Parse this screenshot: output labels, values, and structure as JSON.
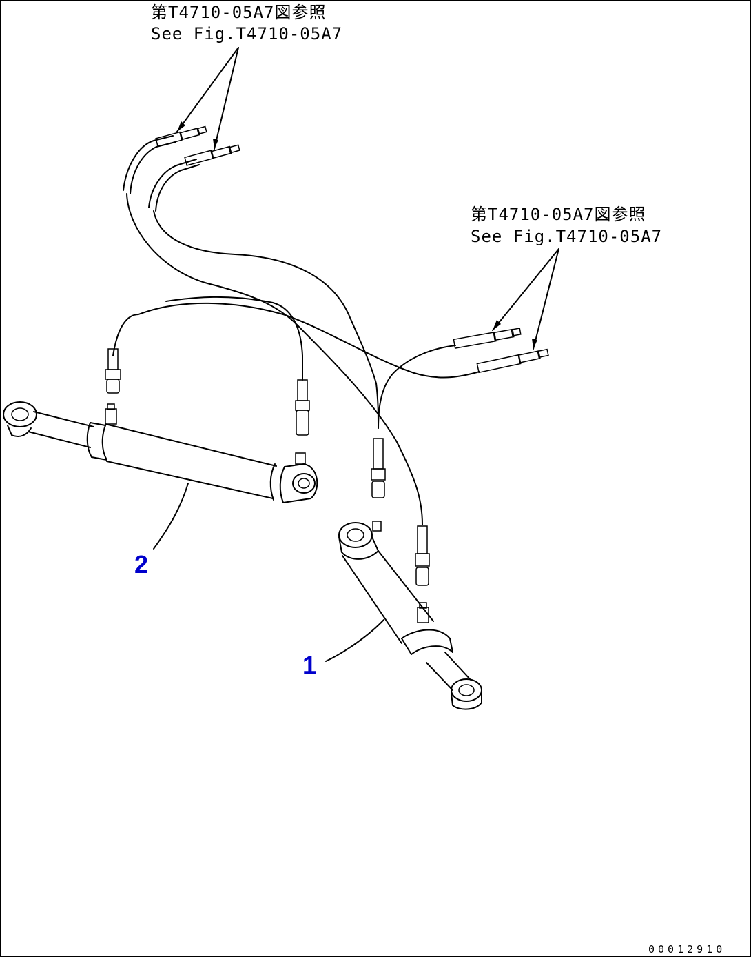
{
  "references": [
    {
      "id": "ref-top",
      "line_jp": "第T4710-05A7図参照",
      "line_en": "See Fig.T4710-05A7"
    },
    {
      "id": "ref-right",
      "line_jp": "第T4710-05A7図参照",
      "line_en": "See Fig.T4710-05A7"
    }
  ],
  "callouts": [
    {
      "number": "1",
      "part": "cylinder"
    },
    {
      "number": "2",
      "part": "cylinder"
    }
  ],
  "drawing_id": "00012910",
  "colors": {
    "line": "#000000",
    "callout": "#0000cc",
    "background": "#ffffff"
  }
}
